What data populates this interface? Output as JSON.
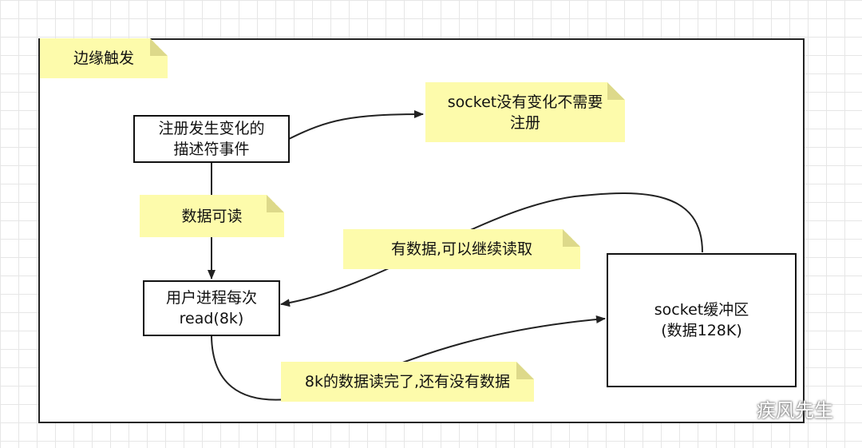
{
  "frame_label": "边缘触发",
  "nodes": {
    "register": "注册发生变化的\n描述符事件",
    "user_read": "用户进程每次\nread(8k)",
    "buffer": "socket缓冲区\n(数据128K)"
  },
  "notes": {
    "no_change": "socket没有变化不需要\n注册",
    "readable": "数据可读",
    "continue": "有数据,可以继续读取",
    "finished": "8k的数据读完了,还有没有数据"
  },
  "watermark": "疾风先生",
  "colors": {
    "note_fill": "#fdfbab",
    "stroke": "#111111",
    "grid": "#e6e6e6"
  }
}
